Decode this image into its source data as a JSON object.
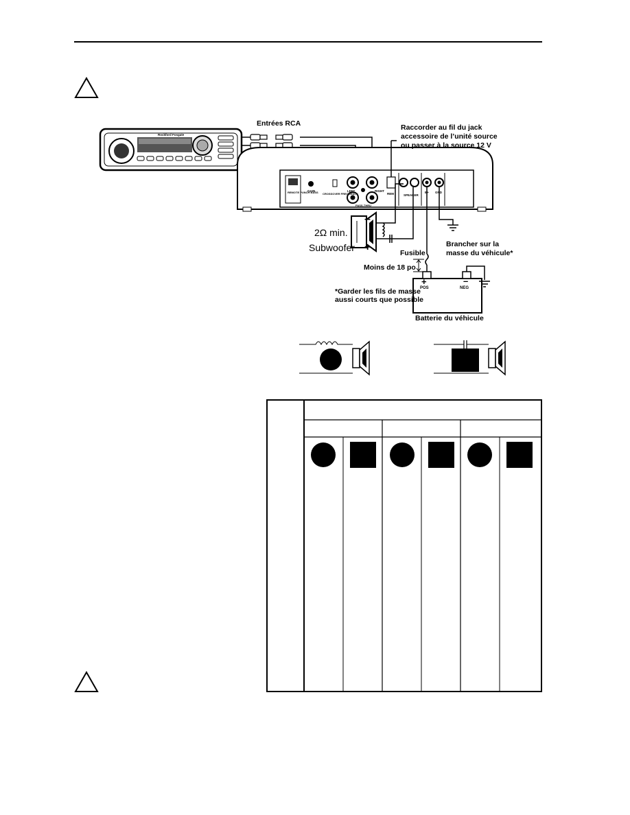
{
  "diagram": {
    "rca_inputs": "Entrées RCA",
    "remote_note": [
      "Raccorder au fil du jack",
      "accessoire de l’unité source",
      "ou passer à la source 12 V"
    ],
    "impedance": "2Ω min.",
    "subwoofer": "Subwoofer",
    "plus_sign": "+",
    "minus_sign": "–",
    "fuse": "Fusible",
    "distance": "Moins de 18 po",
    "ground_note": [
      "Brancher sur la",
      "masse du véhicule*"
    ],
    "ground_wire_note": [
      "*Garder les fils de masse",
      "aussi courts que possible"
    ],
    "battery": "Batterie du véhicule",
    "battery_pos": "POS",
    "battery_neg": "NEG",
    "amp_labels": {
      "left": "LEFT",
      "right": "RIGHT",
      "rem": "REM",
      "speaker": "SPEAKER",
      "bplus": "B+",
      "gnd": "GND",
      "gain": "GAIN",
      "crossover": "CROSSOVER FREQUENCY",
      "remote_punch": "REMOTE PUNCH BASS",
      "pass_thru": "PASS-THRU"
    },
    "head_unit_brand": "Rockford Fosgate"
  }
}
